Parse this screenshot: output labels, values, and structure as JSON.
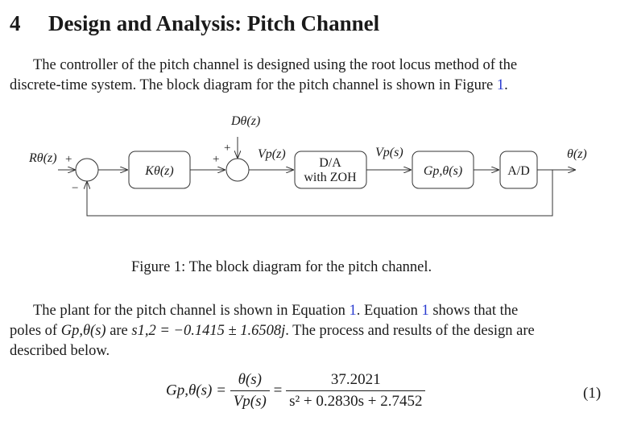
{
  "section": {
    "number": "4",
    "title": "Design and Analysis: Pitch Channel"
  },
  "intro": {
    "line1_a": "The controller of the pitch channel is designed using the root locus method of the",
    "line2_a": "discrete-time system. The block diagram for the pitch channel is shown in Figure ",
    "line2_ref": "1",
    "line2_b": "."
  },
  "diagram": {
    "input_label": "Rθ(z)",
    "sum1_plus": "+",
    "sum1_minus": "−",
    "controller_block": "Kθ(z)",
    "disturbance_label": "Dθ(z)",
    "sum2_plus_top": "+",
    "sum2_plus_left": "+",
    "signal_vp_z": "Vp(z)",
    "dac_line1": "D/A",
    "dac_line2": "with ZOH",
    "signal_vp_s": "Vp(s)",
    "plant_block": "Gp,θ(s)",
    "adc_block": "A/D",
    "output_label": "θ(z)"
  },
  "caption": "Figure 1: The block diagram for the pitch channel.",
  "body": {
    "line1_a": "The plant for the pitch channel is shown in Equation ",
    "line1_ref1": "1",
    "line1_b": ". Equation ",
    "line1_ref2": "1",
    "line1_c": " shows that the",
    "line2_a": "poles of ",
    "line2_math1": "Gp,θ(s)",
    "line2_b": " are ",
    "line2_math2": "s1,2 = −0.1415 ± 1.6508j",
    "line2_c": ". The process and results of the design are",
    "line3": "described below."
  },
  "equation": {
    "lhs": "Gp,θ(s) =",
    "frac1_num": "θ(s)",
    "frac1_den": "Vp(s)",
    "equals": "=",
    "frac2_num": "37.2021",
    "frac2_den": "s² + 0.2830s + 2.7452",
    "number": "(1)"
  }
}
